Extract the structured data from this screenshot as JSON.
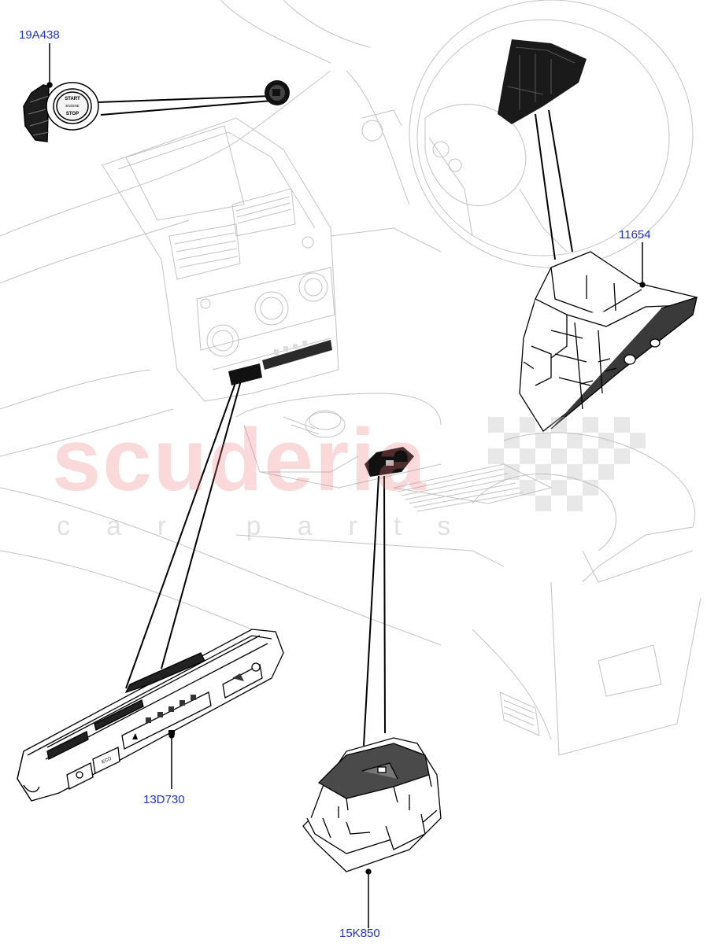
{
  "watermark": {
    "brand": "scuderia",
    "subtitle": "car parts",
    "brand_color": "#e87878"
  },
  "callouts": [
    {
      "id": "start-stop-switch",
      "label": "19A438"
    },
    {
      "id": "steering-column-switch",
      "label": "11654"
    },
    {
      "id": "console-switch-pack",
      "label": "13D730"
    },
    {
      "id": "parking-brake-switch",
      "label": "15K850"
    }
  ],
  "part_labels": {
    "start_button_line1": "START",
    "start_button_line2": "ENGINE",
    "start_button_line3": "STOP",
    "eco_button": "ECO"
  },
  "colors": {
    "callout_text": "#2233cc",
    "line_art": "#000000",
    "background_line_art": "#b8b8b8"
  }
}
